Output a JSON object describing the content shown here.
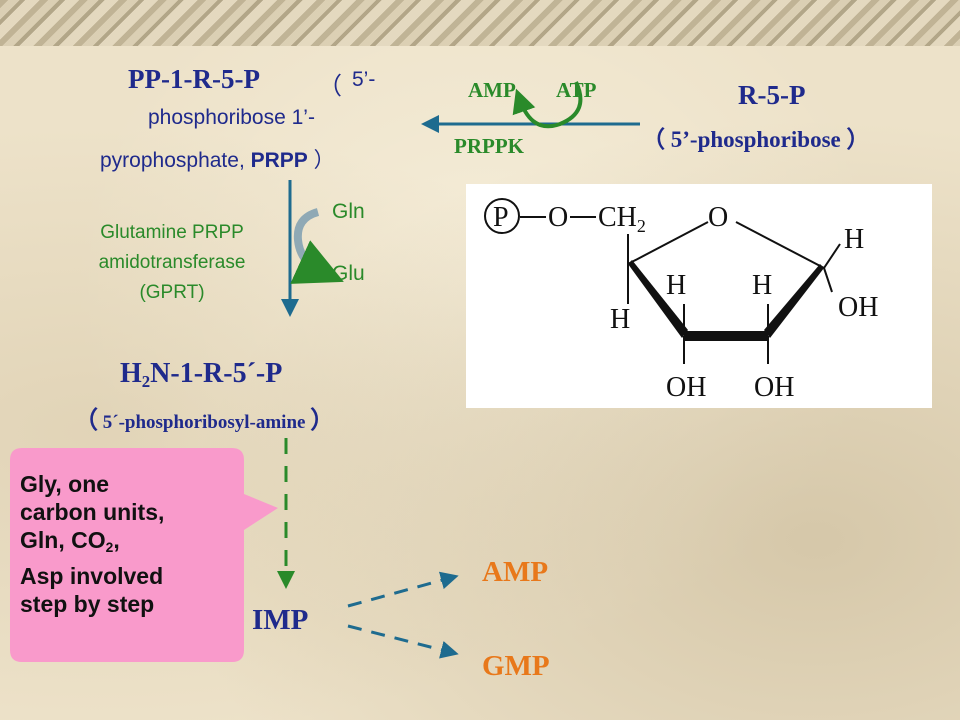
{
  "prpp": {
    "name": "PP-1-R-5-P",
    "paren_open": "（",
    "line1": "5’-",
    "line2": "phosphoribose 1’-",
    "line3_pre": "pyrophosphate,",
    "line3_bold": "PRPP",
    "paren_close": "）"
  },
  "r5p": {
    "name": "R-5-P",
    "full": "（ 5’-phosphoribose ）"
  },
  "enzyme_prppk": {
    "amp": "AMP",
    "atp": "ATP",
    "label": "PRPPK"
  },
  "amidotransferase": {
    "line1": "Glutamine PRPP",
    "line2": "amidotransferase",
    "line3": "(GPRT)",
    "gln": "Gln",
    "glu": "Glu"
  },
  "amine": {
    "name_pre": "H",
    "name_sub": "2",
    "name_post": "N-1-R-5´-P",
    "full_open": "（",
    "full_text": "5´-phosphoribosyl-amine",
    "full_close": "）"
  },
  "callout": {
    "line1": "Gly, one",
    "line2": "carbon units,",
    "line3_pre": "Gln, CO",
    "line3_sub": "2",
    "line3_post": ",",
    "line4": "Asp involved",
    "line5": "step by step"
  },
  "products": {
    "imp": "IMP",
    "amp": "AMP",
    "gmp": "GMP"
  },
  "structure": {
    "phosphate": "P",
    "o_bridge": "O",
    "ch2_pre": "CH",
    "ch2_sub": "2",
    "ring_o": "O",
    "h_top_right": "H",
    "h_left": "H",
    "h_mid1": "H",
    "h_mid2": "H",
    "oh_right": "OH",
    "oh_bottom1": "OH",
    "oh_bottom2": "OH"
  },
  "colors": {
    "blue": "#1f2a8c",
    "green": "#2a8a2a",
    "orange": "#e8781a",
    "callout_pink": "#f99acb",
    "arrow_blue": "#1e6b8f",
    "arrow_green": "#2a8a2a"
  }
}
